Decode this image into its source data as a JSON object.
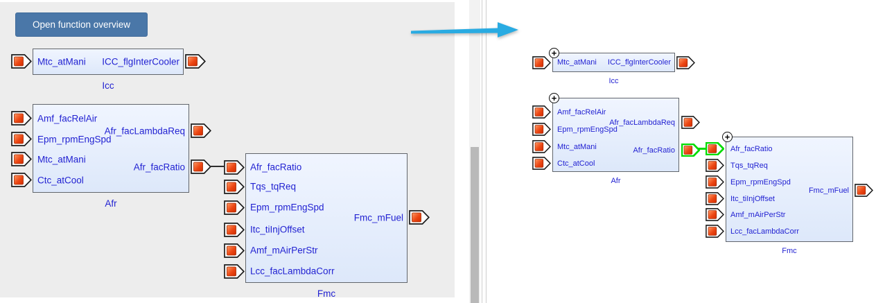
{
  "left_panel": {
    "button": {
      "label": "Open function overview"
    },
    "blocks": [
      {
        "name": "Icc",
        "inputs": [
          "Mtc_atMani"
        ],
        "outputs": [
          "ICC_flgInterCooler"
        ]
      },
      {
        "name": "Afr",
        "inputs": [
          "Amf_facRelAir",
          "Epm_rpmEngSpd",
          "Mtc_atMani",
          "Ctc_atCool"
        ],
        "outputs": [
          "Afr_facLambdaReq",
          "Afr_facRatio"
        ]
      },
      {
        "name": "Fmc",
        "inputs": [
          "Afr_facRatio",
          "Tqs_tqReq",
          "Epm_rpmEngSpd",
          "Itc_tiInjOffset",
          "Amf_mAirPerStr",
          "Lcc_facLambdaCorr"
        ],
        "outputs": [
          "Fmc_mFuel"
        ]
      }
    ],
    "connections": [
      {
        "from": "Afr.Afr_facRatio",
        "to": "Fmc.Afr_facRatio",
        "highlighted": false
      }
    ]
  },
  "right_panel": {
    "expand_glyph": "+",
    "blocks": [
      {
        "name": "Icc",
        "inputs": [
          "Mtc_atMani"
        ],
        "outputs": [
          "ICC_flgInterCooler"
        ]
      },
      {
        "name": "Afr",
        "inputs": [
          "Amf_facRelAir",
          "Epm_rpmEngSpd",
          "Mtc_atMani",
          "Ctc_atCool"
        ],
        "outputs": [
          "Afr_facLambdaReq",
          "Afr_facRatio"
        ]
      },
      {
        "name": "Fmc",
        "inputs": [
          "Afr_facRatio",
          "Tqs_tqReq",
          "Epm_rpmEngSpd",
          "Itc_tiInjOffset",
          "Amf_mAirPerStr",
          "Lcc_facLambdaCorr"
        ],
        "outputs": [
          "Fmc_mFuel"
        ]
      }
    ],
    "connections": [
      {
        "from": "Afr.Afr_facRatio",
        "to": "Fmc.Afr_facRatio",
        "highlighted": true
      }
    ]
  },
  "transition_arrow": {
    "direction": "right"
  },
  "colors": {
    "panel_bg": "#ededed",
    "block_fill": "#e6eefb",
    "block_border": "#61656b",
    "signal_text": "#2222d2",
    "port_red": "#ec4714",
    "highlight_green": "#00dc00",
    "button_bg": "#4a77a8",
    "arrow_blue": "#29abe2"
  }
}
